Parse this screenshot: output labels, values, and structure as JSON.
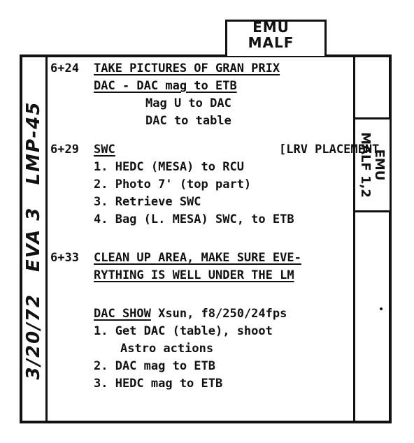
{
  "tab_top": {
    "line1": "EMU",
    "line2": "MALF"
  },
  "tab_side": {
    "line1": "EMU",
    "line2": "MALF 1,2"
  },
  "side_label": {
    "date": "3/20/72",
    "eva": "EVA 3",
    "crew": "LMP-45"
  },
  "blocks": [
    {
      "time": "6+24",
      "title": "TAKE PICTURES OF GRAN PRIX",
      "lines": [
        "DAC - DAC mag to ETB",
        "Mag U to DAC",
        "DAC to table"
      ]
    },
    {
      "time": "6+29",
      "title": "SWC",
      "note": "[LRV PLACEMENT",
      "items": [
        "1. HEDC (MESA) to RCU",
        "2. Photo 7' (top part)",
        "3. Retrieve SWC",
        "4. Bag (L. MESA) SWC, to ETB"
      ]
    },
    {
      "time": "6+33",
      "title_line1": "CLEAN UP AREA, MAKE SURE EVE-",
      "title_line2": "RYTHING IS WELL UNDER THE LM"
    }
  ],
  "dac_show": {
    "title": "DAC SHOW",
    "rest": " Xsun, f8/250/24fps",
    "items": [
      "1. Get DAC (table), shoot",
      "Astro actions",
      "2. DAC mag to ETB",
      "3. HEDC mag to ETB"
    ]
  }
}
